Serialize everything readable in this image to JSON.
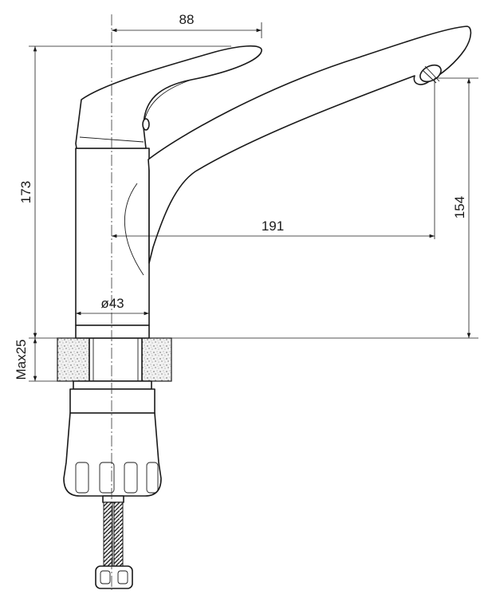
{
  "dimensions": {
    "handle_reach": "88",
    "total_height": "173",
    "spout_reach": "191",
    "spout_height": "154",
    "body_diameter": "ø43",
    "max_counter_thickness": "Max25"
  }
}
